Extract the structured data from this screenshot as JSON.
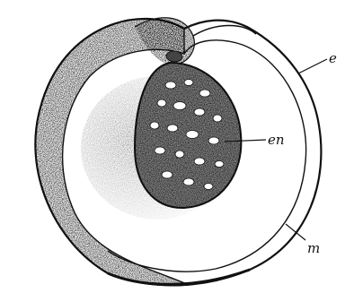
{
  "labels": {
    "epicarp": "e",
    "endocarp": "en",
    "mesocarp": "m"
  },
  "colors": {
    "ink": "#111111",
    "paper": "#ffffff",
    "stipple": "#6e6e6e"
  }
}
